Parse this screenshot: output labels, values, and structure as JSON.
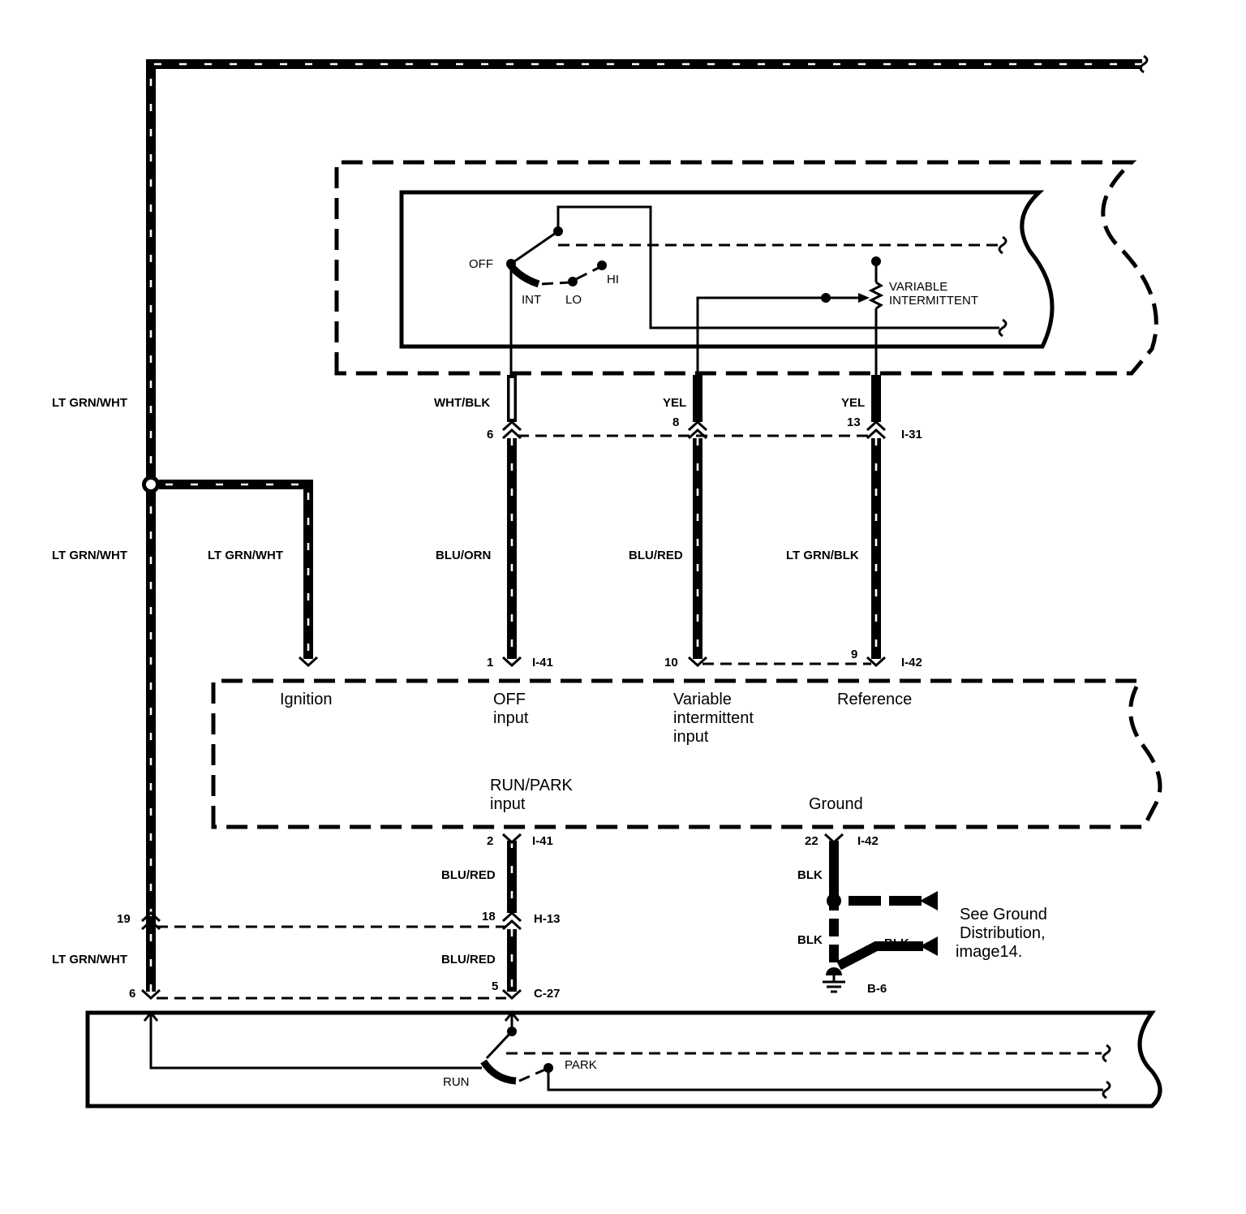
{
  "wire_colors": {
    "ignition_feed": "LT GRN/WHT",
    "ignition_feed_mid": "LT GRN/WHT",
    "ignition_branch": "LT GRN/WHT",
    "ignition_feed_low": "LT GRN/WHT",
    "off_switch": "WHT/BLK",
    "var_switch": "YEL",
    "ref_switch": "YEL",
    "off_input": "BLU/ORN",
    "var_input": "BLU/RED",
    "ref_wire": "LT GRN/BLK",
    "runpark_upper": "BLU/RED",
    "runpark_lower": "BLU/RED",
    "ground_upper": "BLK",
    "ground_lower": "BLK",
    "ground_branch": "BLK"
  },
  "connectors": {
    "i31": {
      "name": "I-31",
      "pin_off": "6",
      "pin_var": "8",
      "pin_ref": "13"
    },
    "i41_top": {
      "name": "I-41",
      "pin": "1"
    },
    "i42_top": {
      "name": "I-42",
      "pin_var": "10",
      "pin_ref": "9"
    },
    "i41_bottom": {
      "name": "I-41",
      "pin": "2"
    },
    "i42_bottom": {
      "name": "I-42",
      "pin": "22"
    },
    "h13": {
      "name": "H-13",
      "pin_ign": "19",
      "pin_runpark": "18"
    },
    "c27": {
      "name": "C-27",
      "pin_ign": "6",
      "pin_runpark": "5"
    },
    "ground": {
      "name": "B-6"
    }
  },
  "switch_labels": {
    "off": "OFF",
    "int": "INT",
    "lo": "LO",
    "hi": "HI",
    "variable_line1": "VARIABLE",
    "variable_line2": "INTERMITTENT"
  },
  "module_labels": {
    "ignition": "Ignition",
    "off_input_line1": "OFF",
    "off_input_line2": "input",
    "var_line1": "Variable",
    "var_line2": "intermittent",
    "var_line3": "input",
    "reference": "Reference",
    "runpark_line1": "RUN/PARK",
    "runpark_line2": "input",
    "ground": "Ground"
  },
  "motor_labels": {
    "run": "RUN",
    "park": "PARK"
  },
  "note": {
    "line1": "See Ground",
    "line2": "Distribution,",
    "line3": "image14."
  }
}
